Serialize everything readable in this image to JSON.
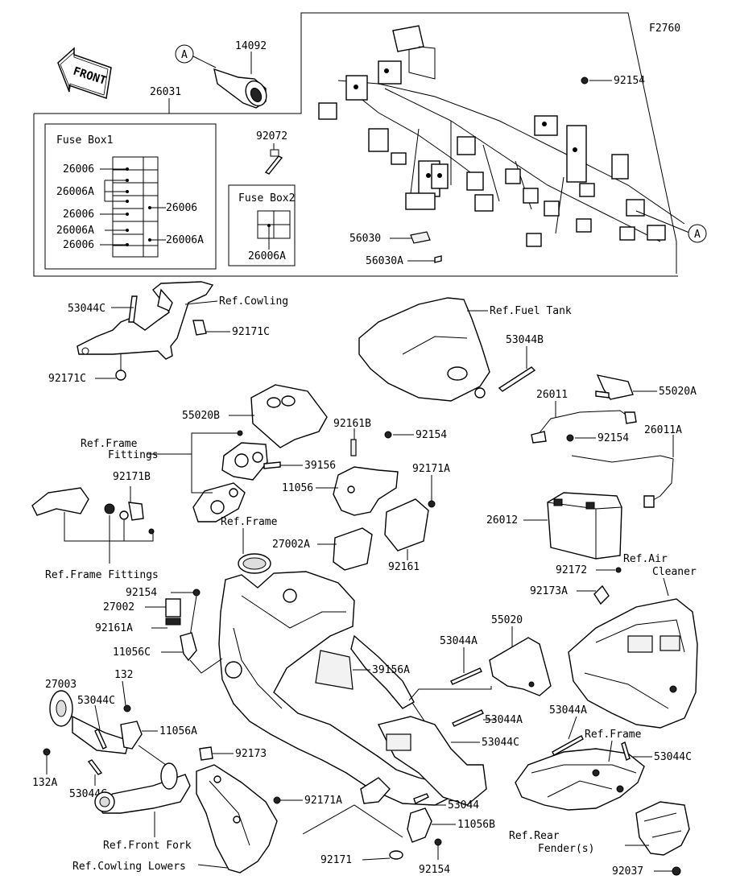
{
  "figure_code": "F2760",
  "direction_label": "FRONT",
  "callouts": {
    "a_top": "A",
    "a_right": "A"
  },
  "fuse_box1": {
    "title": "Fuse Box1",
    "left_labels": [
      "26006",
      "26006A",
      "26006",
      "26006A",
      "26006"
    ],
    "right_labels": [
      "26006",
      "26006A"
    ]
  },
  "fuse_box2": {
    "title": "Fuse Box2",
    "label": "26006A"
  },
  "labels": {
    "p14092": "14092",
    "p26031": "26031",
    "p92072": "92072",
    "p92154_top": "92154",
    "p56030": "56030",
    "p56030A": "56030A",
    "p53044C_top": "53044C",
    "ref_cowling": "Ref.Cowling",
    "p92171C_r": "92171C",
    "p92171C_l": "92171C",
    "ref_fuel_tank": "Ref.Fuel Tank",
    "p53044B": "53044B",
    "p55020A": "55020A",
    "p26011": "26011",
    "p26011A": "26011A",
    "p92154_bat": "92154",
    "p55020B": "55020B",
    "ref_frame_fittings_1": "Ref.Frame",
    "ref_frame_fittings_2": "Fittings",
    "p92161B": "92161B",
    "p92154_mid": "92154",
    "p39156": "39156",
    "p92171A_mid": "92171A",
    "p11056": "11056",
    "p26012": "26012",
    "p92171B": "92171B",
    "ref_frame": "Ref.Frame",
    "p27002A": "27002A",
    "p92161": "92161",
    "ref_frame_fittings_b": "Ref.Frame Fittings",
    "p92172": "92172",
    "ref_air_1": "Ref.Air",
    "ref_air_2": "Cleaner",
    "p92173A": "92173A",
    "p92154_left": "92154",
    "p27002": "27002",
    "p92161A": "92161A",
    "p11056C": "11056C",
    "p53044A_mid": "53044A",
    "p55020": "55020",
    "p39156A": "39156A",
    "p27003": "27003",
    "p132": "132",
    "p53044C_left": "53044C",
    "p11056A": "11056A",
    "p132A": "132A",
    "p53044C_left2": "53044C",
    "p53044A_low": "53044A",
    "p53044C_mid": "53044C",
    "p53044A_right": "53044A",
    "ref_frame_right": "Ref.Frame",
    "p53044C_right": "53044C",
    "p92173": "92173",
    "p92171A_low": "92171A",
    "p53044": "53044",
    "p11056B": "11056B",
    "ref_front_fork": "Ref.Front Fork",
    "ref_rear_1": "Ref.Rear",
    "ref_rear_2": "Fender(s)",
    "ref_cowling_lowers": "Ref.Cowling Lowers",
    "p92171": "92171",
    "p92154_bottom": "92154",
    "p92037": "92037"
  }
}
